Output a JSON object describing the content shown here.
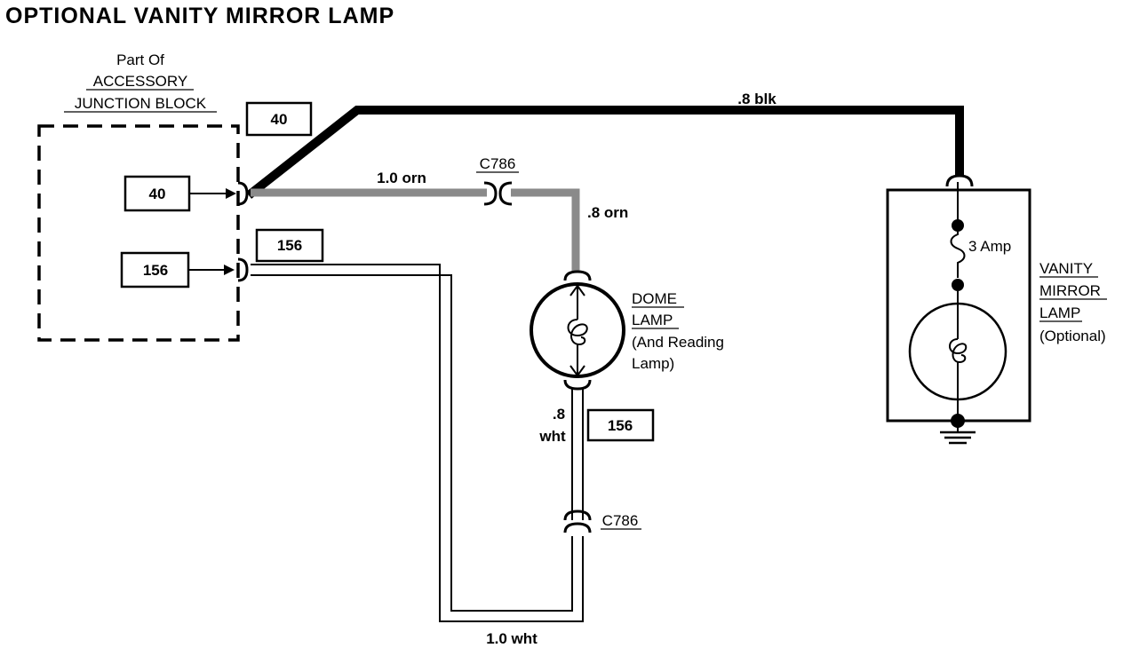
{
  "title": "OPTIONAL VANITY MIRROR LAMP",
  "junction_block": {
    "line1": "Part Of",
    "line2": "ACCESSORY",
    "line3": "JUNCTION BLOCK"
  },
  "circuits": {
    "c40_top": "40",
    "c40_block": "40",
    "c156_top": "156",
    "c156_block": "156",
    "c156_mid": "156"
  },
  "wires": {
    "black": ".8 blk",
    "orange_main": "1.0 orn",
    "orange_drop": ".8 orn",
    "white_drop_a": ".8",
    "white_drop_b": "wht",
    "white_bottom": "1.0 wht"
  },
  "connectors": {
    "upper": "C786",
    "lower": "C786"
  },
  "dome_lamp": {
    "line1": "DOME",
    "line2": "LAMP",
    "line3": "(And Reading",
    "line4": "Lamp)"
  },
  "fuse": "3 Amp",
  "vanity_lamp": {
    "line1": "VANITY",
    "line2": "MIRROR",
    "line3": "LAMP",
    "line4": "(Optional)"
  },
  "colors": {
    "ink": "#000000",
    "orange_wire": "#8a8a8a",
    "paper": "#ffffff"
  }
}
